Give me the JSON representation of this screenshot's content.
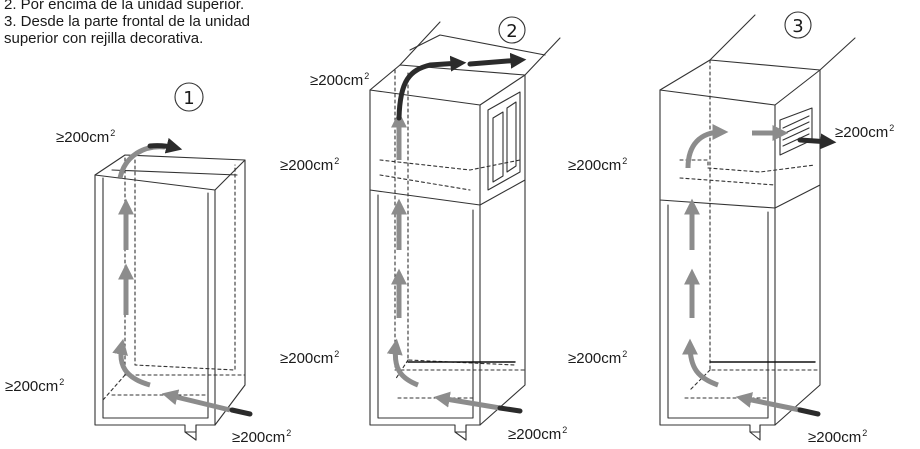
{
  "instructions": [
    "2. Por encima de la unidad superior.",
    "3. Desde la parte frontal de la unidad",
    "superior con rejilla decorativa."
  ],
  "panels": [
    {
      "number": "1",
      "labels": {
        "top": "≥200cm",
        "bottom_left": "≥200cm",
        "bottom_right": "≥200cm"
      }
    },
    {
      "number": "2",
      "labels": {
        "top": "≥200cm",
        "upper_left": "≥200cm",
        "lower_left": "≥200cm",
        "bottom_right": "≥200cm"
      }
    },
    {
      "number": "3",
      "labels": {
        "upper_left": "≥200cm",
        "right": "≥200cm",
        "lower_left": "≥200cm",
        "bottom_right": "≥200cm"
      }
    }
  ],
  "superscript": "2",
  "colors": {
    "line": "#333333",
    "arrow": "#8c8c8c",
    "arrow_dark": "#2b2b2b"
  }
}
